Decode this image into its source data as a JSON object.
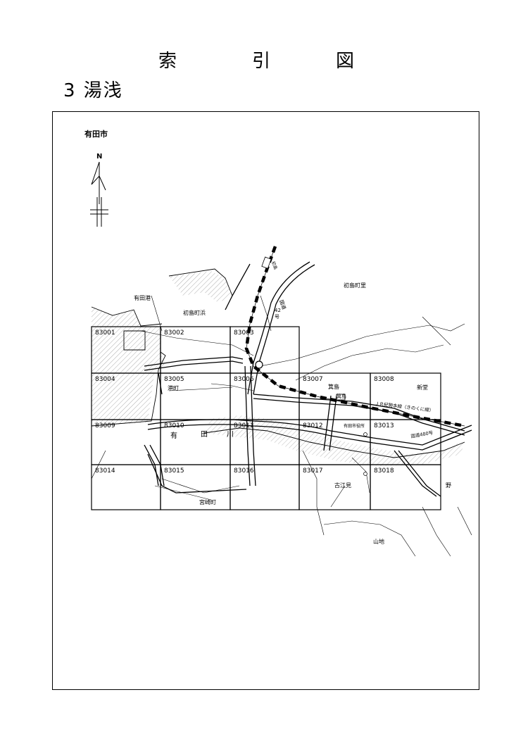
{
  "title": {
    "chars": [
      "索",
      "引",
      "図"
    ]
  },
  "section": {
    "label": "3 湯浅"
  },
  "map": {
    "city_label": "有田市",
    "north_label": "N",
    "grid_codes": [
      "83001",
      "83002",
      "83003",
      "83004",
      "83005",
      "83006",
      "83007",
      "83008",
      "83009",
      "83010",
      "83011",
      "83012",
      "83013",
      "83014",
      "83015",
      "83016",
      "83017",
      "83018"
    ],
    "places": {
      "aridako": "有田港",
      "hatsushima_hama": "初島町浜",
      "hatsushima_sato": "初島町里",
      "minatomachi": "港町",
      "mino": "箕島",
      "mino_station": "箕島",
      "shindo": "新堂",
      "arida_river_1": "有",
      "arida_river_2": "田",
      "arida_river_3": "川",
      "city_hall": "有田市役所",
      "kogomi": "古江見",
      "miyazakicho": "宮崎町",
      "no": "野",
      "sanchi": "山地",
      "hatsushima_station": "初島"
    },
    "routes": {
      "route42_a": "国道",
      "route42_b": "42",
      "route42_c": "号",
      "jr_line": "ＪＲ紀勢本線（きのくに線）",
      "route480": "国道480号"
    }
  },
  "colors": {
    "line": "#000000",
    "hatch": "#777777"
  }
}
